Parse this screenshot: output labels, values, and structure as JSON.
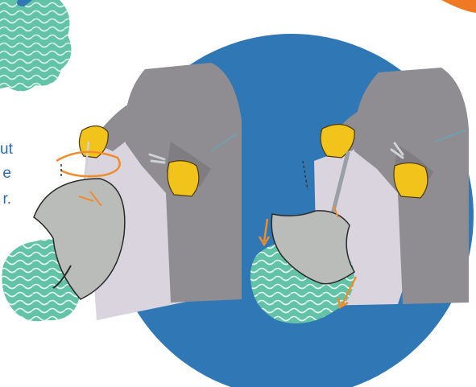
{
  "caption_fragments": [
    "ut",
    "e",
    "r."
  ],
  "colors": {
    "background": "#ffffff",
    "circle": "#2f78b5",
    "water": "#63c3a6",
    "figure": "#8f8d92",
    "glove": "#f2c31a",
    "ray": "#b9bcb9",
    "arrow": "#f08c2b",
    "accent": "#f07a24",
    "text": "#2b6ca8"
  }
}
